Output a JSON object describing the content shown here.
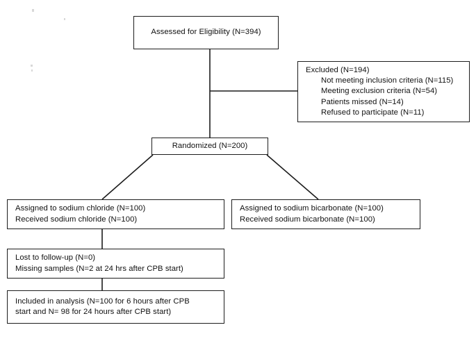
{
  "diagram": {
    "type": "consort-flow-diagram",
    "title": "CONSORT Participant Flow Diagram",
    "background_color": "#ffffff",
    "line_color": "#1c1c1c",
    "text_color": "#111111"
  },
  "nodes": {
    "eligibility": {
      "name": "assessed-for-eligibility",
      "lines": [
        "Assessed for Eligibility (N=394)"
      ],
      "n": 394
    },
    "excluded": {
      "name": "excluded",
      "lines": [
        "Excluded (N=194)",
        "Not meeting inclusion criteria (N=115)",
        "Meeting exclusion criteria (N=54)",
        "Patients missed (N=14)",
        "Refused to participate (N=11)"
      ],
      "n": 194,
      "reasons": [
        {
          "label": "Not meeting inclusion criteria",
          "n": 115
        },
        {
          "label": "Meeting exclusion criteria",
          "n": 54
        },
        {
          "label": "Patients missed",
          "n": 14
        },
        {
          "label": "Refused to participate",
          "n": 11
        }
      ]
    },
    "randomized": {
      "name": "randomized",
      "lines": [
        "Randomized (N=200)"
      ],
      "n": 200
    },
    "chloride": {
      "name": "allocation-sodium-chloride",
      "lines": [
        "Assigned to sodium chloride (N=100)",
        "Received sodium chloride (N=100)"
      ],
      "assigned_n": 100,
      "received_n": 100
    },
    "bicarbonate": {
      "name": "allocation-sodium-bicarbonate",
      "lines": [
        "Assigned to sodium bicarbonate (N=100)",
        "Received sodium bicarbonate (N=100)"
      ],
      "assigned_n": 100,
      "received_n": 100
    },
    "followup": {
      "name": "follow-up-chloride",
      "lines": [
        "Lost to follow-up (N=0)",
        "Missing samples (N=2 at 24 hrs after CPB start)"
      ],
      "lost_n": 0,
      "missing_n": 2
    },
    "analysis": {
      "name": "analysis-chloride",
      "lines": [
        "Included in analysis (N=100 for 6 hours after CPB",
        "start and N= 98 for 24 hours after CPB start)"
      ],
      "analyzed_6h_n": 100,
      "analyzed_24h_n": 98
    }
  }
}
